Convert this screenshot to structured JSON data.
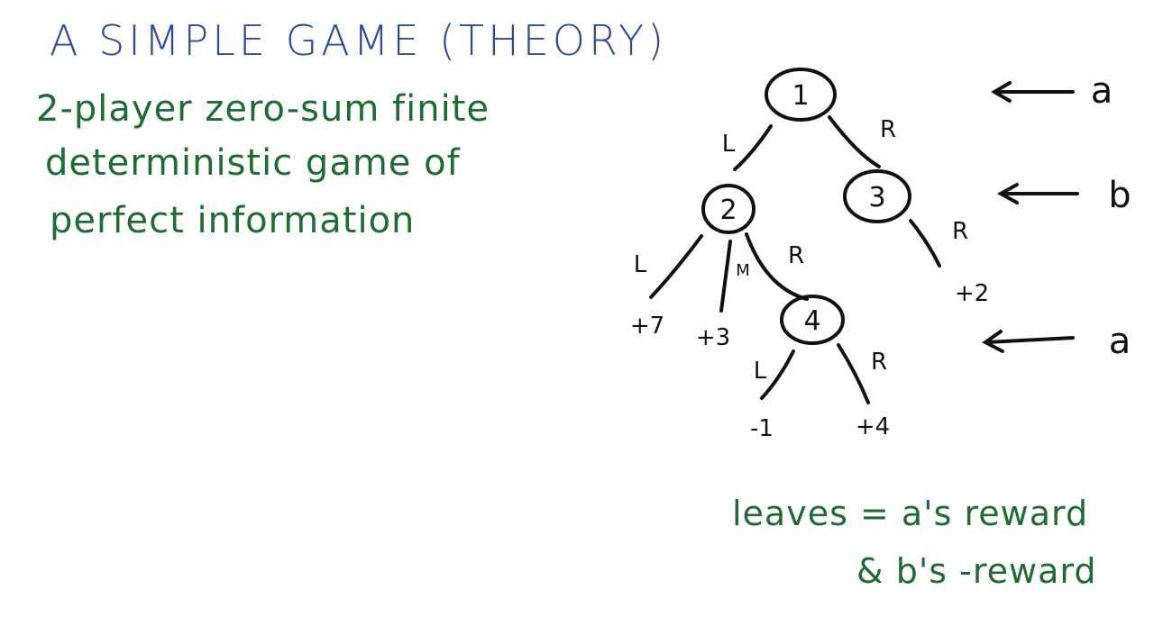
{
  "title": "A SIMPLE GAME (THEORY)",
  "description_lines": [
    "2-player zero-sum finite",
    "deterministic game of",
    "perfect information"
  ],
  "tree": {
    "nodes": [
      "1",
      "2",
      "3",
      "4"
    ],
    "edge_labels": {
      "n1_n2": "L",
      "n1_n3": "R",
      "n2_leaf1": "L",
      "n2_leaf2": "M",
      "n2_n4": "R",
      "n3_leaf": "R",
      "n4_leaf1": "L",
      "n4_leaf2": "R"
    },
    "leaves": {
      "n2_L": "+7",
      "n2_M": "+3",
      "n3_R": "+2",
      "n4_L": "-1",
      "n4_R": "+4"
    }
  },
  "players": [
    "a",
    "b",
    "a"
  ],
  "notes": [
    "leaves = a's reward",
    "& b's -reward"
  ],
  "colors": {
    "title": "#2c4a9c",
    "text": "#1f6b34",
    "tree": "#111111"
  }
}
